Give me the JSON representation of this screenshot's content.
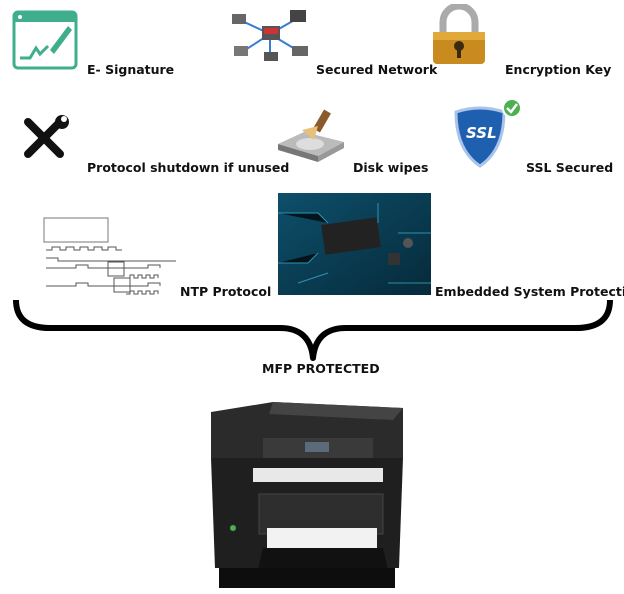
{
  "features": [
    {
      "label": "E- Signature",
      "icon": "e-signature-icon"
    },
    {
      "label": "Secured Network",
      "icon": "network-icon"
    },
    {
      "label": "Encryption Key",
      "icon": "padlock-icon"
    },
    {
      "label": "Protocol shutdown if unused",
      "icon": "tools-icon"
    },
    {
      "label": "Disk wipes",
      "icon": "disk-wipe-icon"
    },
    {
      "label": "SSL Secured",
      "icon": "ssl-shield-icon"
    },
    {
      "label": "NTP Protocol",
      "icon": "timing-diagram-icon"
    },
    {
      "label": "Embedded System Protection",
      "icon": "circuit-board-icon"
    }
  ],
  "ssl_badge": "SSL",
  "center_label": "MFP PROTECTED",
  "colors": {
    "signature": "#3fae8c",
    "shield": "#1f5fb0",
    "check": "#4caf50"
  }
}
